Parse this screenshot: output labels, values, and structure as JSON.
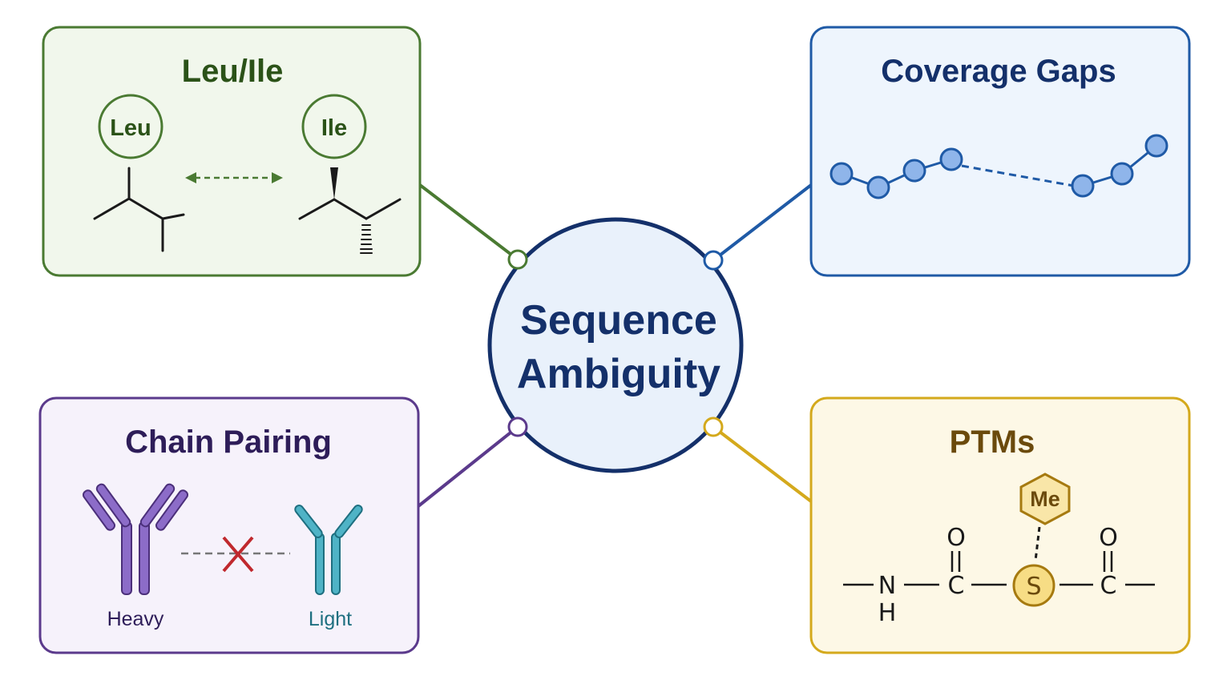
{
  "center": {
    "line1": "Sequence",
    "line2": "Ambiguity"
  },
  "panels": {
    "leu_ile": {
      "title": "Leu/Ile",
      "left_label": "Leu",
      "right_label": "Ile",
      "color": "#4a7a32"
    },
    "coverage": {
      "title": "Coverage Gaps",
      "color": "#1f5aa6"
    },
    "chain": {
      "title": "Chain Pairing",
      "heavy_label": "Heavy",
      "light_label": "Light",
      "color": "#5b3a8c"
    },
    "ptm": {
      "title": "PTMs",
      "modifier_label": "Me",
      "atoms": {
        "n": "N",
        "h": "H",
        "c1": "C",
        "o1": "O",
        "s": "S",
        "c2": "C",
        "o2": "O"
      },
      "color": "#d4a91c"
    }
  },
  "colors": {
    "center_fill": "#e9f1fb",
    "center_stroke": "#14306a",
    "title_navy": "#14306a",
    "green": "#4a7a32",
    "blue": "#1f5aa6",
    "purple": "#5b3a8c",
    "gold": "#d4a91c",
    "red_x": "#c0282d"
  }
}
